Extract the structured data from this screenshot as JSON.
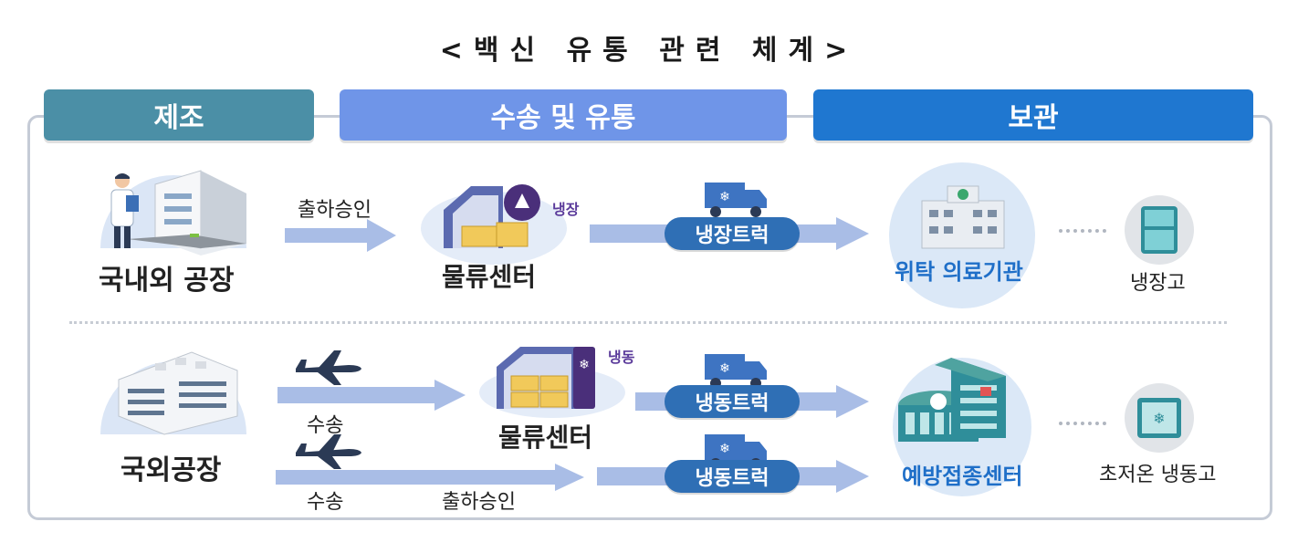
{
  "title": "<백신 유통 관련 체계>",
  "headers": {
    "manufacturing": "제조",
    "transport": "수송 및 유통",
    "storage": "보관"
  },
  "row1": {
    "factory_label": "국내외 공장",
    "approval_label": "출하승인",
    "logistics_label": "물류센터",
    "logistics_tag": "냉장",
    "truck_label": "냉장트럭",
    "institution_label": "위탁 의료기관",
    "fridge_label": "냉장고"
  },
  "row2": {
    "factory_label": "국외공장",
    "transport_label_1": "수송",
    "logistics_label": "물류센터",
    "logistics_tag": "냉동",
    "truck_label_1": "냉동트럭",
    "transport_label_2": "수송",
    "approval_label": "출하승인",
    "truck_label_2": "냉동트럭",
    "center_label": "예방접종센터",
    "freezer_label": "초저온 냉동고"
  },
  "colors": {
    "manufacturing_header": "#4b8fa6",
    "transport_header": "#6f95e8",
    "storage_header": "#1f77d0",
    "arrow": "#a9bde6",
    "pill": "#2f6fb5",
    "accent_blue": "#1f6fc8"
  },
  "icons": [
    "factory-icon",
    "lab-worker-icon",
    "warehouse-fridge-icon",
    "refrigerated-truck-icon",
    "hospital-icon",
    "fridge-icon",
    "factory-complex-icon",
    "warehouse-freezer-icon",
    "airplane-icon",
    "vaccination-center-icon",
    "freezer-icon"
  ]
}
